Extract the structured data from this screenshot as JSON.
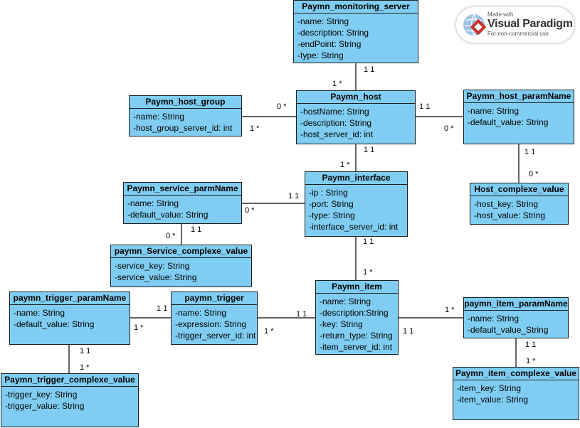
{
  "watermark": {
    "made_with": "Made with",
    "brand": "Visual Paradigm",
    "note": "For non-commercial use"
  },
  "colors": {
    "class_fill": "#7fcdf2",
    "border": "#1f1f1f",
    "line": "#000000"
  },
  "classes": [
    {
      "id": "monitoring-server",
      "name": "Paymn_monitoring_server",
      "attributes": [
        "-name: String",
        "-description: String",
        "-endPoint: String",
        "-type: String"
      ]
    },
    {
      "id": "host-group",
      "name": "Paymn_host_group",
      "attributes": [
        "-name: String",
        "-host_group_server_id: int"
      ]
    },
    {
      "id": "host",
      "name": "Paymn_host",
      "attributes": [
        "-hostName: String",
        "-description: String",
        "-host_server_id: int"
      ]
    },
    {
      "id": "host-paramname",
      "name": "Paymn_host_paramName",
      "attributes": [
        "-name: String",
        "-default_value: String"
      ]
    },
    {
      "id": "host-complexe-value",
      "name": "Host_complexe_value",
      "attributes": [
        "-host_key: String",
        "-host_value: String"
      ]
    },
    {
      "id": "service-parmname",
      "name": "Paymn_service_parmName",
      "attributes": [
        "-name: String",
        "-default_value: String"
      ]
    },
    {
      "id": "interface",
      "name": "Paymn_interface",
      "attributes": [
        "-ip : String",
        "-port: String",
        "-type: String",
        "-interface_server_id: int"
      ]
    },
    {
      "id": "service-complexe-value",
      "name": "paymn_Service_complexe_value",
      "attributes": [
        "-service_key: String",
        "-service_value: String"
      ]
    },
    {
      "id": "trigger-paramname",
      "name": "paymn_trigger_paramName",
      "attributes": [
        "-name: String",
        "-default_value: String"
      ]
    },
    {
      "id": "trigger",
      "name": "paymn_trigger",
      "attributes": [
        "-name: String",
        "-expression: String",
        "-trigger_server_id: int"
      ]
    },
    {
      "id": "item",
      "name": "Paymn_item",
      "attributes": [
        "-name: String",
        "-description:String",
        "-key: String",
        "-return_type: String",
        "-item_server_id: int"
      ]
    },
    {
      "id": "item-paramname",
      "name": "paymn_item_paramName",
      "attributes": [
        "-name: String",
        "-default_value_String"
      ]
    },
    {
      "id": "trigger-complexe-value",
      "name": "Paymn_trigger_complexe_value",
      "attributes": [
        "-trigger_key: String",
        "-trigger_value: String"
      ]
    },
    {
      "id": "item-complexe-value",
      "name": "Paymn_item_complexe_value",
      "attributes": [
        "-item_key: String",
        "-item_value: String"
      ]
    }
  ],
  "multiplicities": [
    {
      "id": "monitoring-host-end-monitoring",
      "text": "1 1"
    },
    {
      "id": "monitoring-host-end-host",
      "text": "1 *"
    },
    {
      "id": "group-host-end-host",
      "text": "0 *"
    },
    {
      "id": "group-host-end-group",
      "text": "1 *"
    },
    {
      "id": "host-param-end-host",
      "text": "1 1"
    },
    {
      "id": "host-param-end-param",
      "text": "0 *"
    },
    {
      "id": "host-interface-end-host",
      "text": "1 1"
    },
    {
      "id": "host-interface-end-interface",
      "text": "1 *"
    },
    {
      "id": "param-complexe-end-param",
      "text": "1 1"
    },
    {
      "id": "param-complexe-end-complexe",
      "text": "0 *"
    },
    {
      "id": "interface-service-end-interface",
      "text": "1 1"
    },
    {
      "id": "interface-service-end-service",
      "text": "0 *"
    },
    {
      "id": "service-complexe-end-complexe",
      "text": "0 *"
    },
    {
      "id": "service-complexe-end-service",
      "text": "1 1"
    },
    {
      "id": "interface-item-end-interface",
      "text": "1 1"
    },
    {
      "id": "interface-item-end-item",
      "text": "1 *"
    },
    {
      "id": "trigger-item-end-item",
      "text": "1 1"
    },
    {
      "id": "trigger-item-end-trigger",
      "text": "1 *"
    },
    {
      "id": "triggerparam-trigger-end-trigger",
      "text": "1 1"
    },
    {
      "id": "triggerparam-trigger-end-param",
      "text": "1 *"
    },
    {
      "id": "triggerparam-complexe-end-param",
      "text": "1 1"
    },
    {
      "id": "triggerparam-complexe-end-complexe",
      "text": "1 *"
    },
    {
      "id": "item-itemparam-end-itemparam",
      "text": "1 *"
    },
    {
      "id": "item-itemparam-end-item",
      "text": "1 1"
    },
    {
      "id": "itemparam-complexe-end-param",
      "text": "1 1"
    },
    {
      "id": "itemparam-complexe-end-complexe",
      "text": "1 *"
    }
  ]
}
